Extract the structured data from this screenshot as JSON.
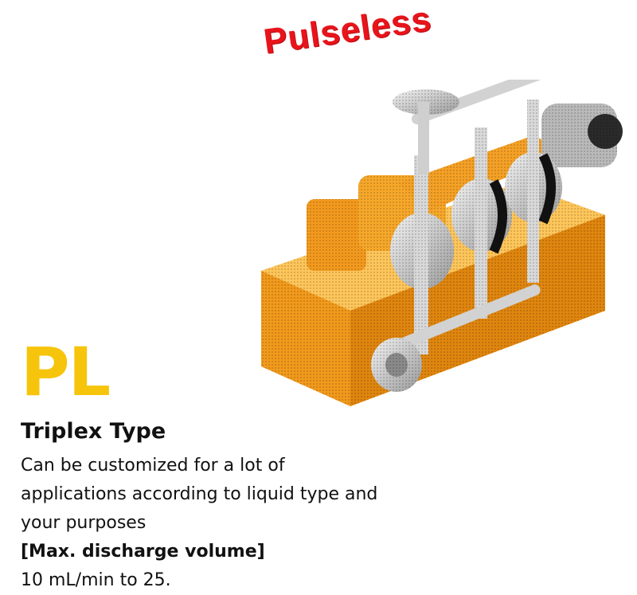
{
  "banner": {
    "text": "Pulseless"
  },
  "product": {
    "model": "PL",
    "type": "Triplex Type",
    "description_lines": [
      "Can be customized for a lot of",
      "applications according to liquid type and",
      "your purposes"
    ],
    "spec_label": "[Max. discharge volume]",
    "spec_value": "10 mL/min to 25."
  },
  "colors": {
    "banner": "#e8141b",
    "model": "#f6c40b",
    "base_orange": "#f39a1e",
    "metal": "#d8d8d8"
  },
  "illustration": {
    "icon": "triplex-pump-illustration"
  }
}
